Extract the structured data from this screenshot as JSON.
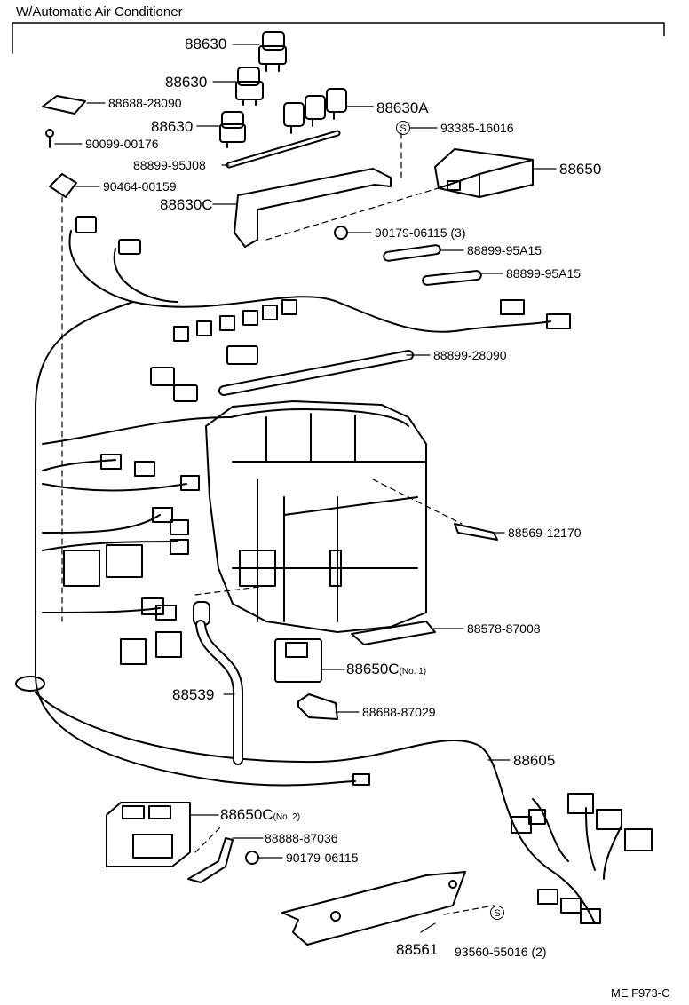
{
  "header": {
    "title": "W/Automatic Air Conditioner",
    "figure_code": "ME F973-C"
  },
  "parts": {
    "p88630_a": "88630",
    "p88630_b": "88630",
    "p88630_c": "88630",
    "p88630A": "88630A",
    "p88688_28090": "88688-28090",
    "p90099_00176": "90099-00176",
    "p93385_16016": "93385-16016",
    "p88899_95J08": "88899-95J08",
    "p88650": "88650",
    "p90464_00159": "90464-00159",
    "p88630C": "88630C",
    "p90179_06115_3": "90179-06115 (3)",
    "p88899_95A15_a": "88899-95A15",
    "p88899_95A15_b": "88899-95A15",
    "p88899_28090": "88899-28090",
    "p88569_12170": "88569-12170",
    "p88578_87008": "88578-87008",
    "p88650C_no1": "88650C",
    "p88650C_no1_note": "(No. 1)",
    "p88539": "88539",
    "p88688_87029": "88688-87029",
    "p88605": "88605",
    "p88650C_no2": "88650C",
    "p88650C_no2_note": "(No. 2)",
    "p88888_87036": "88888-87036",
    "p90179_06115": "90179-06115",
    "p88561": "88561",
    "p93560_55016_2": "93560-55016 (2)"
  },
  "symbols": {
    "s_mark": "S"
  }
}
